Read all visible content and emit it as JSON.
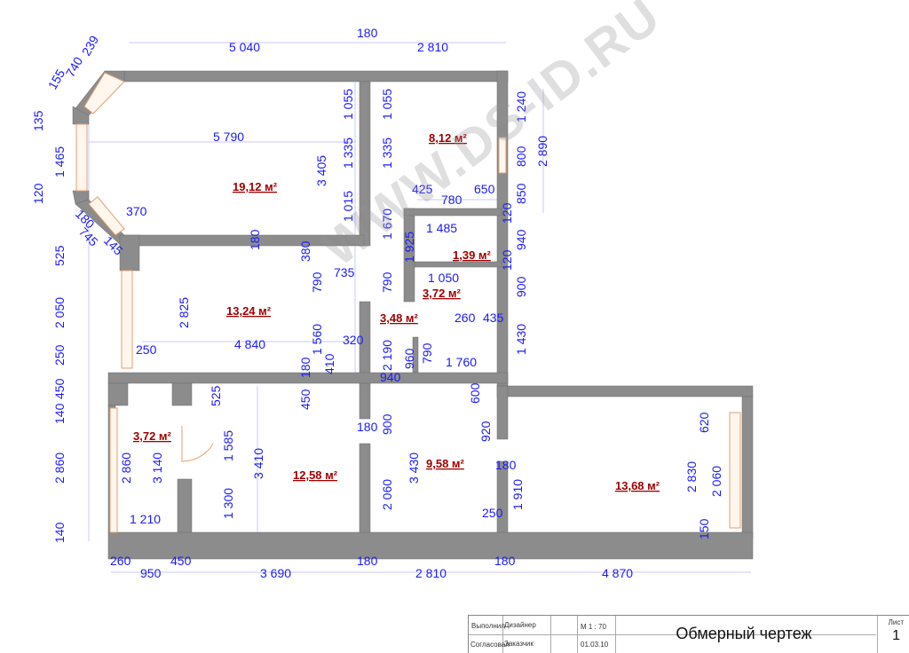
{
  "watermark": "WWW.DS-ID.RU",
  "rooms": [
    {
      "area": "19,12 м²"
    },
    {
      "area": "8,12 м²"
    },
    {
      "area": "13,24 м²"
    },
    {
      "area": "1,39 м²"
    },
    {
      "area": "3,72 м²"
    },
    {
      "area": "3,48 м²"
    },
    {
      "area": "3,72 м²"
    },
    {
      "area": "12,58 м²"
    },
    {
      "area": "9,58 м²"
    },
    {
      "area": "13,68 м²"
    }
  ],
  "dims": {
    "top_5040": "5 040",
    "top_180": "180",
    "top_2810": "2 810",
    "bay_239": "239",
    "bay_740": "740",
    "bay_155": "155",
    "left_135": "135",
    "left_1465": "1 465",
    "left_120": "120",
    "bay_180": "180",
    "bay_745": "745",
    "bay_145": "145",
    "d_370": "370",
    "d_5790": "5 790",
    "d_3405": "3 405",
    "d_1055a": "1 055",
    "d_1335a": "1 335",
    "d_1015": "1 015",
    "d_1055b": "1 055",
    "d_1335b": "1 335",
    "d_1670": "1 670",
    "d_425": "425",
    "d_780": "780",
    "d_650": "650",
    "r_1240": "1 240",
    "r_800": "800",
    "r_2890": "2 890",
    "r_850": "850",
    "r_120a": "120",
    "d_1485": "1 485",
    "d_1925": "1 925",
    "r_940": "940",
    "r_120b": "120",
    "d_180mid": "180",
    "d_380": "380",
    "d_735": "735",
    "d_790a": "790",
    "d_790b": "790",
    "d_1050": "1 050",
    "r_900": "900",
    "d_260": "260",
    "d_435": "435",
    "r_1430": "1 430",
    "l_525": "525",
    "l_2050": "2 050",
    "d_2825": "2 825",
    "d_4840": "4 840",
    "d_1560": "1 560",
    "d_320": "320",
    "d_250a": "250",
    "l_250": "250",
    "d_180b": "180",
    "d_410": "410",
    "d_2190": "2 190",
    "d_960": "960",
    "d_790c": "790",
    "d_1760": "1 760",
    "d_940": "940",
    "l_450": "450",
    "l_140a": "140",
    "l_2860": "2 860",
    "l_140b": "140",
    "d_525": "525",
    "d_450": "450",
    "d_180c": "180",
    "d_900": "900",
    "d_600": "600",
    "d_920": "920",
    "d_620": "620",
    "d_1585": "1 585",
    "d_3410": "3 410",
    "d_2860": "2 860",
    "d_3140": "3 140",
    "d_1300": "1 300",
    "d_1210": "1 210",
    "d_2060a": "2 060",
    "d_3430": "3 430",
    "d_180d": "180",
    "d_1910": "1 910",
    "d_250b": "250",
    "d_2830": "2 830",
    "d_2060b": "2 060",
    "d_150": "150",
    "b_260": "260",
    "b_950": "950",
    "b_450": "450",
    "b_3690": "3 690",
    "b_180a": "180",
    "b_2810": "2 810",
    "b_180b": "180",
    "b_4870": "4 870"
  },
  "stamp": {
    "performed_label": "Выполнил",
    "performed_value": "Дизайнер",
    "agreed_label": "Согласовал",
    "agreed_value": "Заказчик",
    "scale": "М 1 : 70",
    "date": "01.03.10",
    "title": "Обмерный чертеж",
    "sheet_label": "Лист",
    "sheet_number": "1"
  }
}
